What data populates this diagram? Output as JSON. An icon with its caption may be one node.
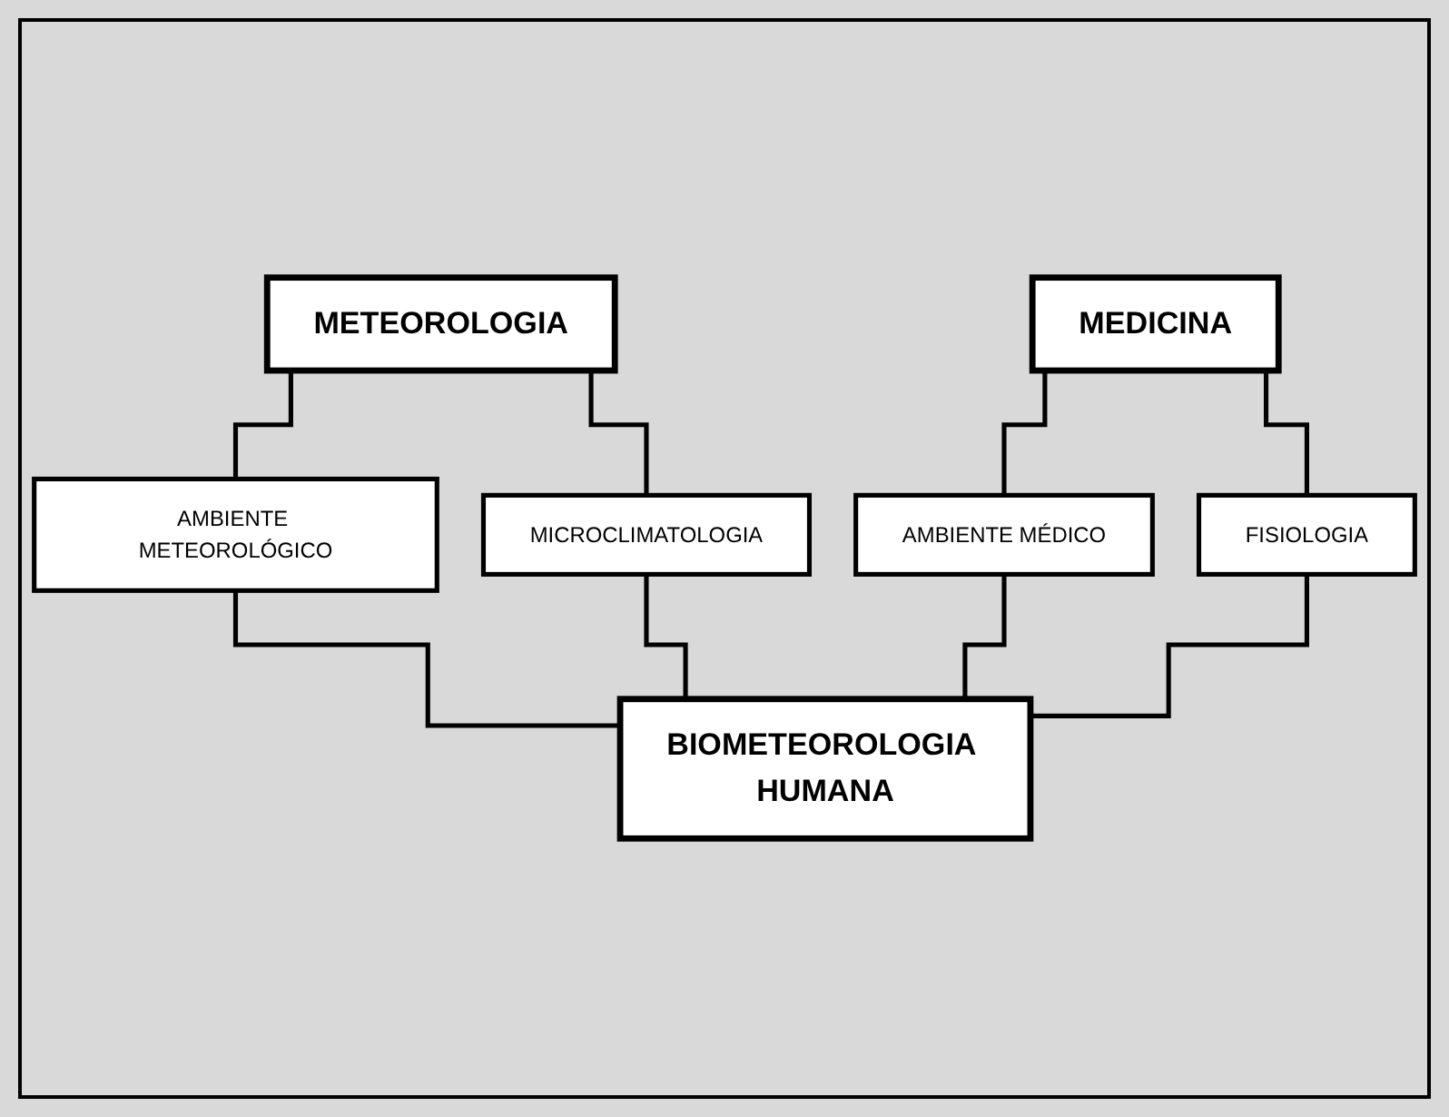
{
  "diagram": {
    "nodes": [
      {
        "text": [
          "METEOROLOGIA"
        ]
      },
      {
        "text": [
          "MEDICINA"
        ]
      },
      {
        "text": [
          "AMBIENTE METEOROLÓGICO"
        ]
      },
      {
        "text": [
          "MICROCLIMATOLOGIA"
        ]
      },
      {
        "text": [
          "AMBIENTE MÉDICO"
        ]
      },
      {
        "text": [
          "FISIOLOGIA"
        ]
      },
      {
        "text": [
          "BIOMETEOROLOGIA HUMANA"
        ]
      }
    ],
    "edges": [
      {
        "from": 0,
        "to": 2,
        "arrow": "none"
      },
      {
        "from": 0,
        "to": 3,
        "arrow": "none"
      },
      {
        "from": 1,
        "to": 4,
        "arrow": "none"
      },
      {
        "from": 1,
        "to": 5,
        "arrow": "none"
      },
      {
        "from": 2,
        "to": 6,
        "arrow": "none"
      },
      {
        "from": 3,
        "to": 6,
        "arrow": "none"
      },
      {
        "from": 4,
        "to": 6,
        "arrow": "none"
      },
      {
        "from": 5,
        "to": 6,
        "arrow": "none"
      }
    ]
  }
}
